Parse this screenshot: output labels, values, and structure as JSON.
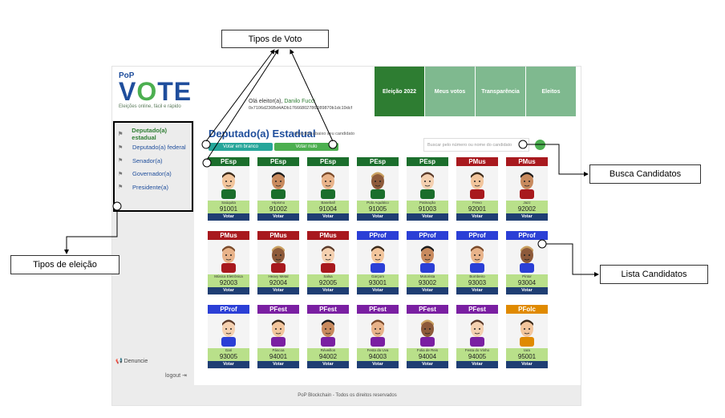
{
  "brand": {
    "pop": "PoP",
    "vote_v": "V",
    "vote_o": "O",
    "vote_te": "TE",
    "tagline": "Eleições online, fácil e rápido"
  },
  "user": {
    "greeting": "Olá eleitor(a), ",
    "name": "Danilo Fucci",
    "hash": "0x7106d236Bd4ADb17666802786D89870b1dc19dcf"
  },
  "nav": [
    "Eleição 2022",
    "Meus votos",
    "Transparência",
    "Eleitos"
  ],
  "election_types": [
    "Deputado(a) estadual",
    "Deputado(a) federal",
    "Senador(a)",
    "Governador(a)",
    "Presidente(a)"
  ],
  "sidebar": {
    "denuncie": "Denuncie",
    "logout": "logout"
  },
  "main": {
    "title": "Deputado(a) Estadual",
    "subtitle": "| Escolha abaixo seu candidato",
    "btn_branco": "Votar em branco",
    "btn_voto": "Votar nulo",
    "search_placeholder": "Buscar pelo número ou nome do candidato"
  },
  "footer": "PoP Blockchain - Todos os direitos reservados",
  "vote_label": "Votar",
  "party_colors": {
    "PEsp": "#1b6e2c",
    "PMus": "#a8191e",
    "PProf": "#2b3fd6",
    "PFest": "#7a1fa2",
    "PFolc": "#e08a00"
  },
  "candidates": [
    {
      "party": "PEsp",
      "name": "Saúquita",
      "number": "91001"
    },
    {
      "party": "PEsp",
      "name": "Hipismo",
      "number": "91002"
    },
    {
      "party": "PEsp",
      "name": "Baseball",
      "number": "91004"
    },
    {
      "party": "PEsp",
      "name": "Polo Aquático",
      "number": "91005"
    },
    {
      "party": "PEsp",
      "name": "Patinação",
      "number": "91003"
    },
    {
      "party": "PMus",
      "name": "Frevo",
      "number": "92001"
    },
    {
      "party": "PMus",
      "name": "Jazz",
      "number": "92002"
    },
    {
      "party": "PMus",
      "name": "Música Eletrônica",
      "number": "92003"
    },
    {
      "party": "PMus",
      "name": "Heavy Metal",
      "number": "92004"
    },
    {
      "party": "PMus",
      "name": "Salsa",
      "number": "92005"
    },
    {
      "party": "PProf",
      "name": "Garçom",
      "number": "93001"
    },
    {
      "party": "PProf",
      "name": "Motorista",
      "number": "93002"
    },
    {
      "party": "PProf",
      "name": "Bombeiro",
      "number": "93003"
    },
    {
      "party": "PProf",
      "name": "Pintor",
      "number": "93004"
    },
    {
      "party": "PProf",
      "name": "Gari",
      "number": "93005"
    },
    {
      "party": "PFest",
      "name": "Páscoa",
      "number": "94001"
    },
    {
      "party": "PFest",
      "name": "Réveillon",
      "number": "94002"
    },
    {
      "party": "PFest",
      "name": "Festa da Uva",
      "number": "94003"
    },
    {
      "party": "PFest",
      "name": "Folia de Reis",
      "number": "94004"
    },
    {
      "party": "PFest",
      "name": "Festa do Vinho",
      "number": "94005"
    },
    {
      "party": "PFolc",
      "name": "Iara",
      "number": "95001"
    }
  ],
  "annotations": {
    "tipos_voto": "Tipos de Voto",
    "busca": "Busca Candidatos",
    "tipos_eleicao": "Tipos de eleição",
    "lista": "Lista Candidatos"
  }
}
